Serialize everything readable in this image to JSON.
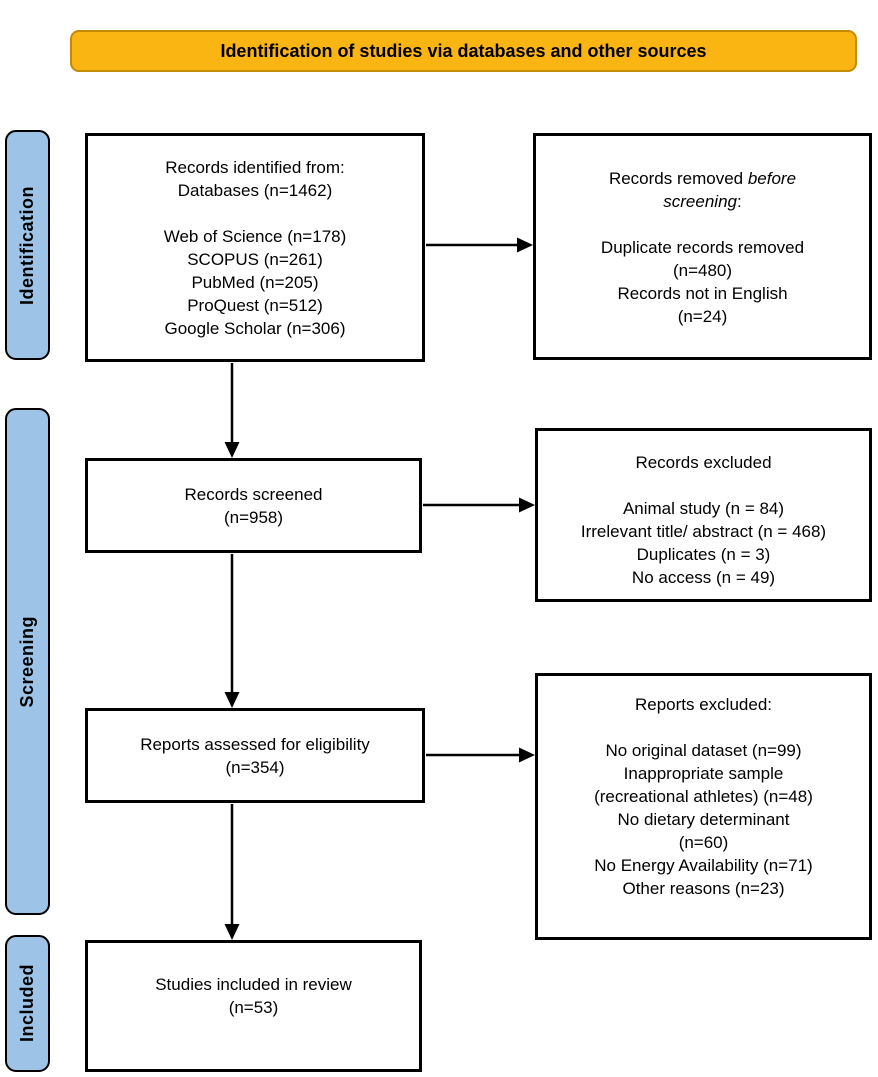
{
  "banner": {
    "label": "Identification of studies via databases and other sources"
  },
  "colors": {
    "banner_fill": "#fbb513",
    "banner_border": "#c18b04",
    "stage_fill": "#9dc3e6",
    "box_border": "#000000",
    "arrow": "#000000"
  },
  "stages": [
    {
      "label": "Identification"
    },
    {
      "label": "Screening"
    },
    {
      "label": "Included"
    }
  ],
  "boxes": {
    "identified": {
      "heading": [
        "Records identified from:",
        "Databases (n=1462)"
      ],
      "sources": [
        "Web of Science (n=178)",
        "SCOPUS (n=261)",
        "PubMed (n=205)",
        "ProQuest (n=512)",
        "Google Scholar (n=306)"
      ]
    },
    "removed": {
      "title_normal": "Records removed ",
      "title_italic": "before screening",
      "title_suffix": ":",
      "reasons": [
        "Duplicate records removed",
        "(n=480)",
        "Records not in English",
        "(n=24)"
      ]
    },
    "screened": {
      "line1": "Records screened",
      "line2": "(n=958)"
    },
    "records_excluded": {
      "title": "Records excluded",
      "reasons": [
        "Animal study (n = 84)",
        "Irrelevant title/ abstract (n = 468)",
        "Duplicates (n = 3)",
        "No access (n = 49)"
      ]
    },
    "assessed": {
      "line1": "Reports assessed for eligibility",
      "line2": "(n=354)"
    },
    "reports_excluded": {
      "title": "Reports excluded:",
      "reasons": [
        "No original dataset (n=99)",
        "Inappropriate sample",
        "(recreational athletes) (n=48)",
        "No dietary determinant",
        "(n=60)",
        "No Energy Availability (n=71)",
        "Other reasons (n=23)"
      ]
    },
    "included": {
      "line1": "Studies included in review",
      "line2": "(n=53)"
    }
  }
}
